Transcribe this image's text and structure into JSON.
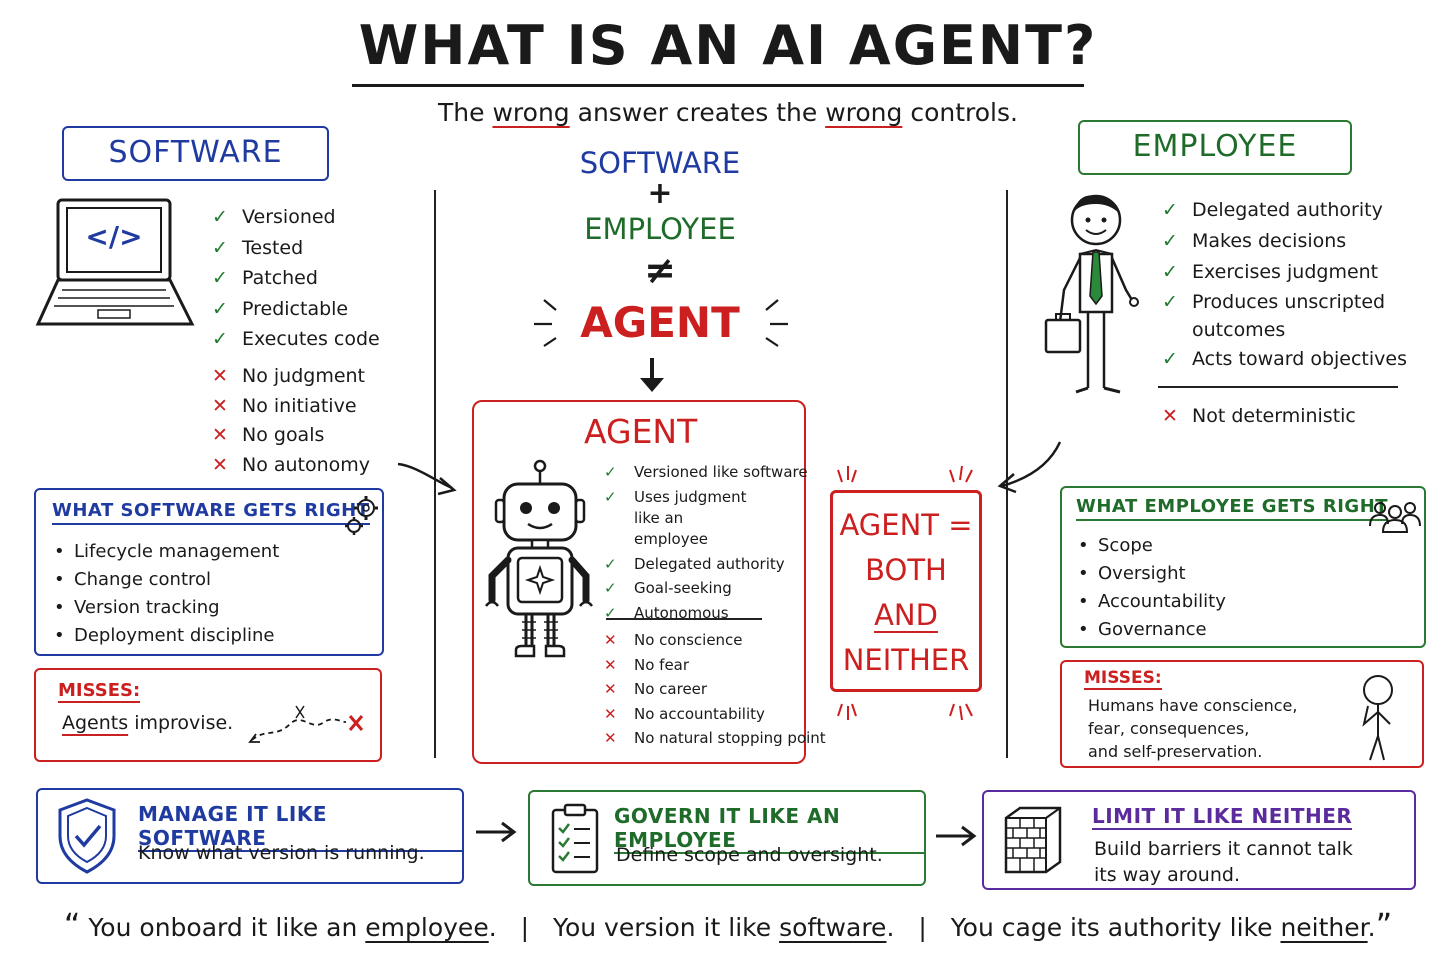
{
  "title": "WHAT IS AN AI AGENT?",
  "subtitle": {
    "p1": "The",
    "w1": "wrong",
    "p2": "answer creates the",
    "w2": "wrong",
    "p3": "controls."
  },
  "software": {
    "title": "SOFTWARE",
    "code_glyph": "</>",
    "pros": [
      "Versioned",
      "Tested",
      "Patched",
      "Predictable",
      "Executes code"
    ],
    "cons": [
      "No judgment",
      "No initiative",
      "No goals",
      "No autonomy"
    ],
    "gets_right_title": "WHAT SOFTWARE GETS RIGHT",
    "gets_right": [
      "Lifecycle management",
      "Change control",
      "Version tracking",
      "Deployment discipline"
    ],
    "misses_title": "MISSES:",
    "misses_word": "Agents",
    "misses_rest": "improvise."
  },
  "center": {
    "line1": "SOFTWARE",
    "plus": "+",
    "line2": "EMPLOYEE",
    "neq": "≠",
    "line3": "AGENT",
    "box_title": "AGENT",
    "pros": [
      "Versioned like software",
      "Uses judgment like an employee",
      "Delegated authority",
      "Goal-seeking",
      "Autonomous"
    ],
    "cons": [
      "No conscience",
      "No fear",
      "No career",
      "No accountability",
      "No natural stopping point"
    ],
    "both": {
      "l1": "AGENT =",
      "l2": "BOTH",
      "l3": "AND",
      "l4": "NEITHER"
    }
  },
  "employee": {
    "title": "EMPLOYEE",
    "pros": [
      "Delegated authority",
      "Makes decisions",
      "Exercises judgment",
      "Produces unscripted outcomes",
      "Acts toward objectives"
    ],
    "cons": [
      "Not deterministic"
    ],
    "gets_right_title": "WHAT EMPLOYEE GETS RIGHT",
    "gets_right": [
      "Scope",
      "Oversight",
      "Accountability",
      "Governance"
    ],
    "misses_title": "MISSES:",
    "misses_text": [
      "Humans have conscience,",
      "fear, consequences,",
      "and self-preservation."
    ]
  },
  "actions": [
    {
      "title": "MANAGE IT LIKE SOFTWARE",
      "text": "Know what version is running."
    },
    {
      "title": "GOVERN IT LIKE AN EMPLOYEE",
      "text": "Define scope and oversight."
    },
    {
      "title": "LIMIT IT LIKE NEITHER",
      "text": "Build barriers it cannot talk its way around."
    }
  ],
  "quote": {
    "open": "“",
    "a1": "You onboard it like an",
    "a2": "employee",
    "a3": ".",
    "b1": "You version it like",
    "b2": "software",
    "b3": ".",
    "c1": "You cage its authority like",
    "c2": "neither",
    "c3": ".",
    "close": "”"
  },
  "colors": {
    "blue": "#1f3aa0",
    "green": "#1e6b2a",
    "red": "#cc1f1f",
    "purple": "#5b2a9c"
  }
}
